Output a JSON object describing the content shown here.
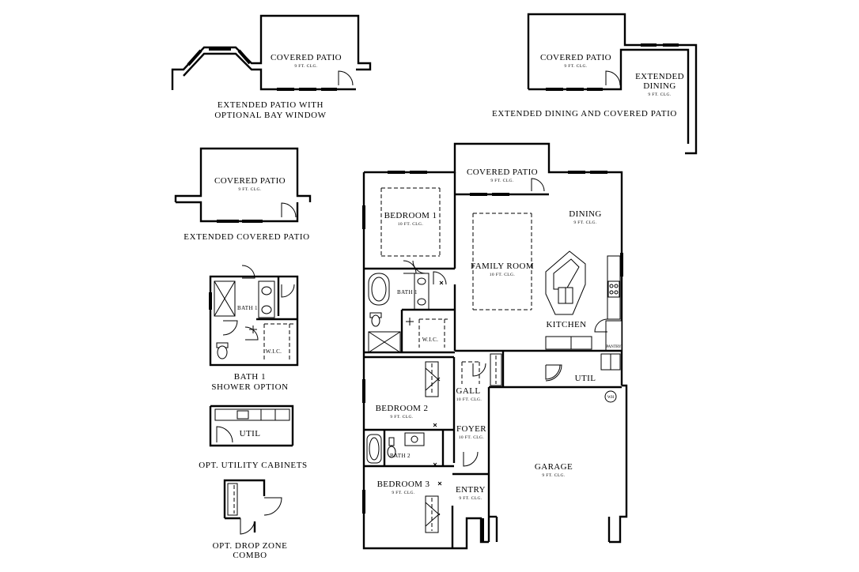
{
  "main_plan": {
    "covered_patio": {
      "name": "COVERED PATIO",
      "ceiling": "9 FT. CLG."
    },
    "bedroom1": {
      "name": "BEDROOM 1",
      "ceiling": "10 FT. CLG."
    },
    "family_room": {
      "name": "FAMILY ROOM",
      "ceiling": "10 FT. CLG."
    },
    "dining": {
      "name": "DINING",
      "ceiling": "9 FT. CLG."
    },
    "kitchen": {
      "name": "KITCHEN"
    },
    "pantry": {
      "name": "PANTRY"
    },
    "bath1": {
      "name": "BATH 1"
    },
    "wic": {
      "name": "W.I.C."
    },
    "util": {
      "name": "UTIL"
    },
    "wh": {
      "name": "WH"
    },
    "gall": {
      "name": "GALL",
      "ceiling": "10 FT. CLG."
    },
    "bedroom2": {
      "name": "BEDROOM 2",
      "ceiling": "9 FT. CLG."
    },
    "foyer": {
      "name": "FOYER",
      "ceiling": "10 FT. CLG."
    },
    "bath2": {
      "name": "BATH 2"
    },
    "garage": {
      "name": "GARAGE",
      "ceiling": "9 FT. CLG."
    },
    "bedroom3": {
      "name": "BEDROOM 3",
      "ceiling": "9 FT. CLG."
    },
    "entry": {
      "name": "ENTRY",
      "ceiling": "9 FT. CLG."
    }
  },
  "options": {
    "bay_patio": {
      "room": "COVERED PATIO",
      "ceiling": "9 FT. CLG.",
      "caption_line1": "EXTENDED PATIO WITH",
      "caption_line2": "OPTIONAL BAY WINDOW"
    },
    "dining_patio": {
      "room": "COVERED PATIO",
      "ceiling": "9 FT. CLG.",
      "dining_line1": "EXTENDED",
      "dining_line2": "DINING",
      "dining_ceiling": "9 FT. CLG.",
      "caption": "EXTENDED DINING AND COVERED PATIO"
    },
    "extended_patio": {
      "room": "COVERED PATIO",
      "ceiling": "9 FT. CLG.",
      "caption": "EXTENDED COVERED PATIO"
    },
    "shower": {
      "bath": "BATH 1",
      "wic": "W.I.C.",
      "caption_line1": "BATH 1",
      "caption_line2": "SHOWER OPTION"
    },
    "utility": {
      "room": "UTIL",
      "caption": "OPT. UTILITY CABINETS"
    },
    "drop_zone": {
      "caption_line1": "OPT. DROP ZONE",
      "caption_line2": "COMBO"
    }
  }
}
